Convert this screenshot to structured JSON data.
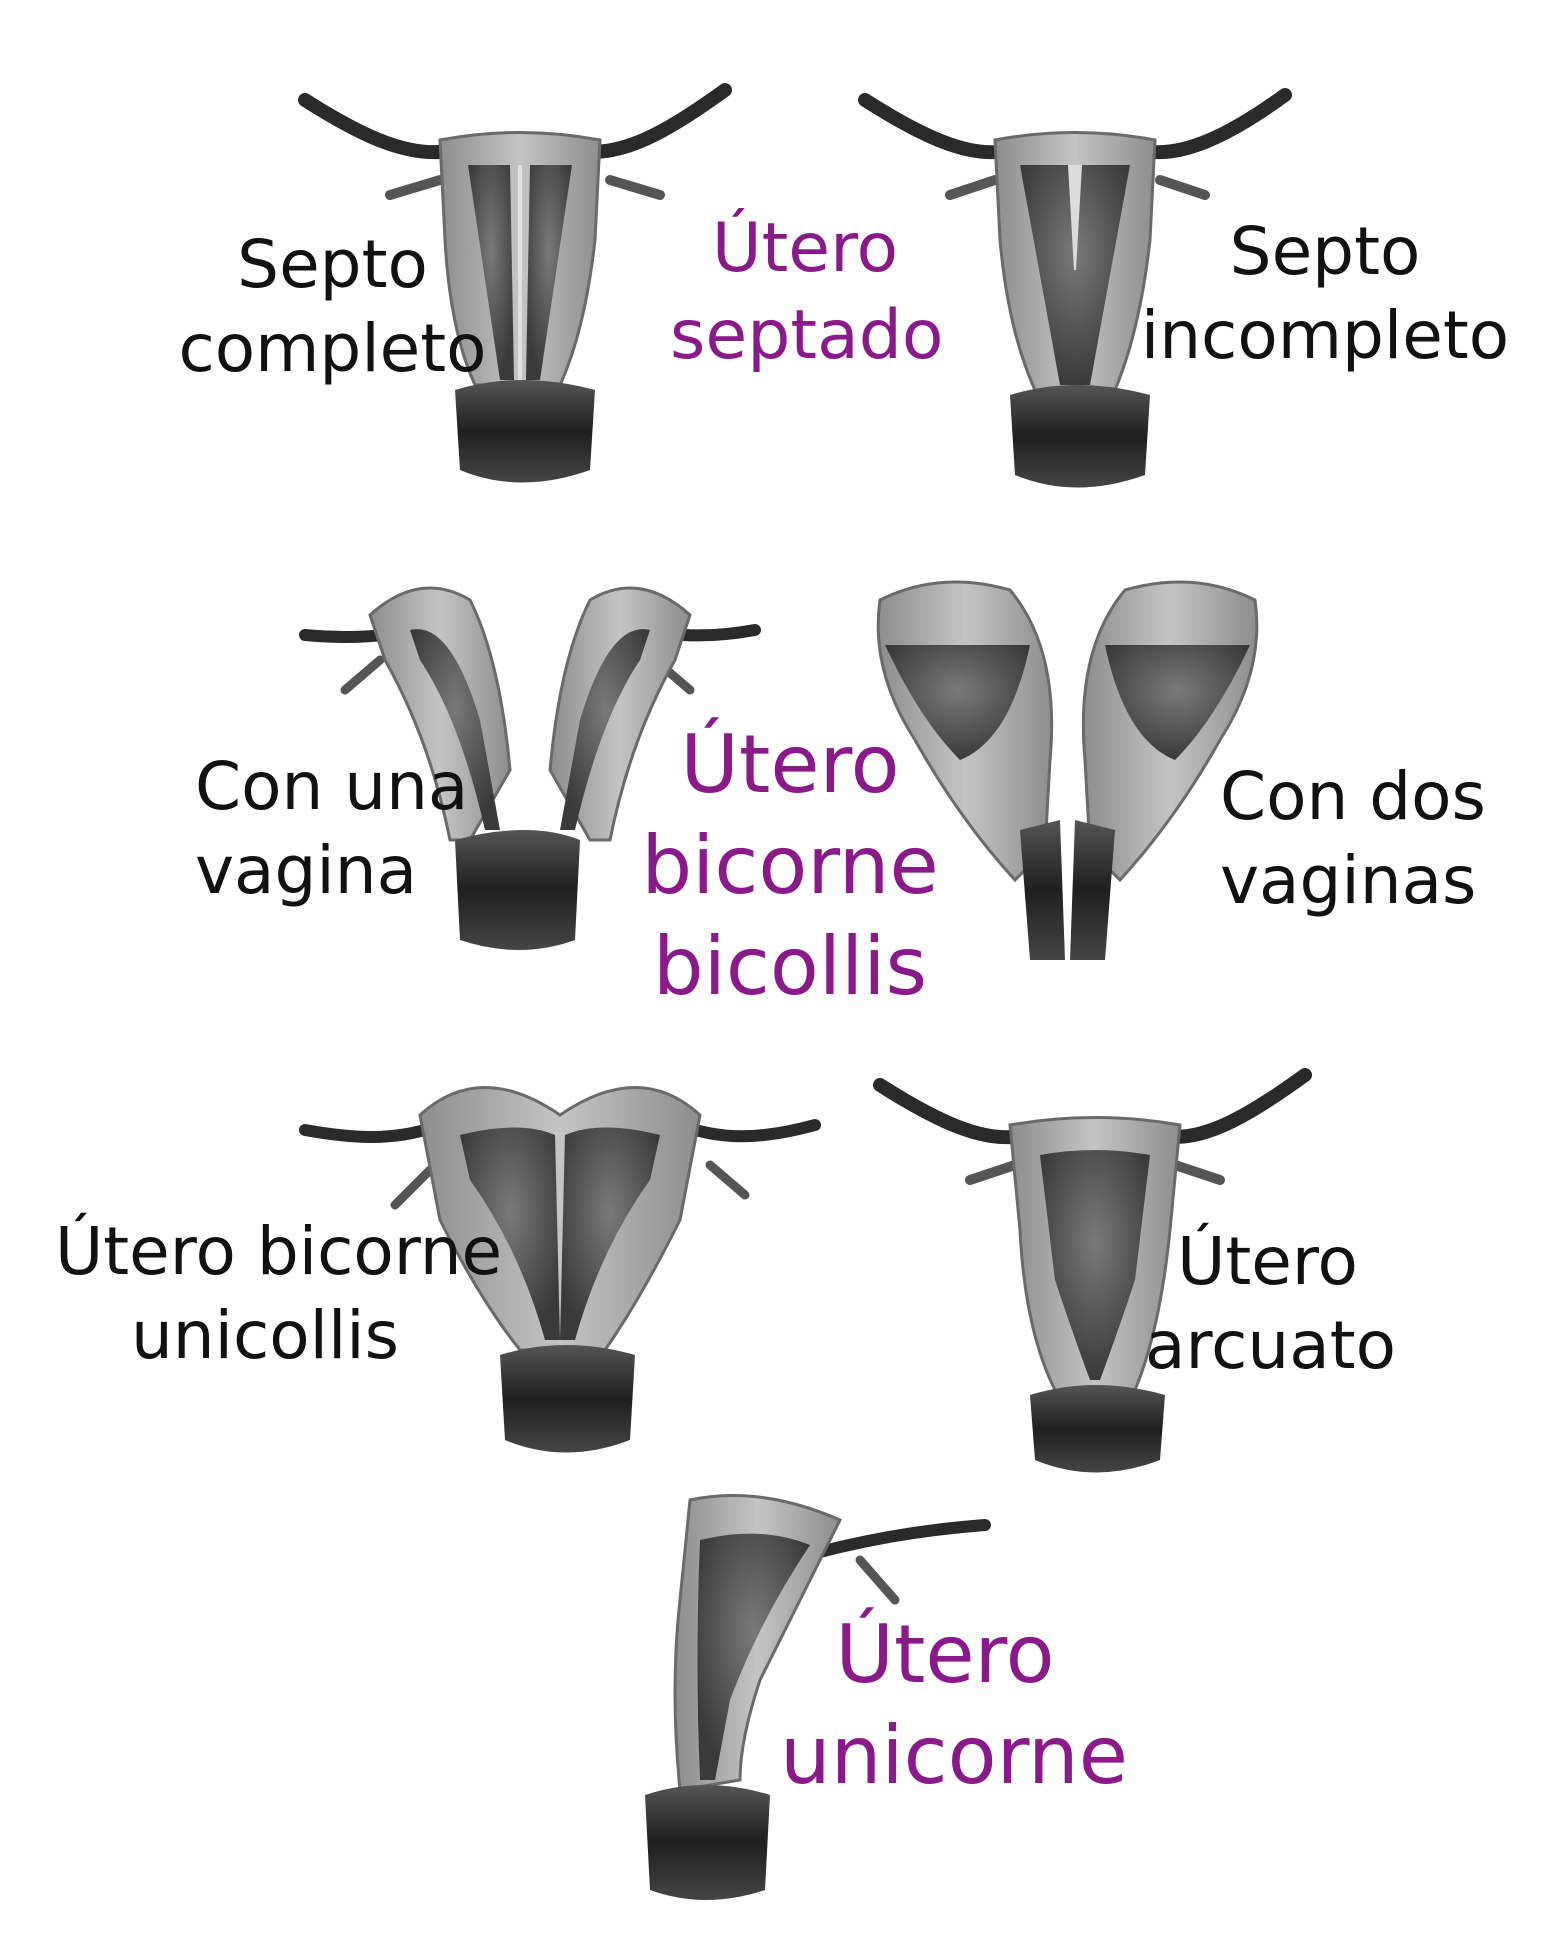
{
  "colors": {
    "label_text": "#111111",
    "highlight_text": "#8a1a8a",
    "organ_tissue": "#a3a3a3",
    "organ_dark": "#2e2e2e"
  },
  "diagrams": [
    {
      "name": "utero-septado-completo",
      "lines": [
        "Septo",
        "completo"
      ]
    },
    {
      "name": "utero-septado-incompleto",
      "lines": [
        "Septo",
        "incompleto"
      ]
    },
    {
      "name": "bicorne-bicollis-una-vagina",
      "lines": [
        "Con una",
        "vagina"
      ]
    },
    {
      "name": "bicorne-bicollis-dos-vaginas",
      "lines": [
        "Con dos",
        "vaginas"
      ]
    },
    {
      "name": "bicorne-unicollis",
      "lines": [
        "Útero bicorne",
        "unicollis"
      ]
    },
    {
      "name": "arcuato",
      "lines": [
        "Útero",
        "arcuato"
      ]
    }
  ],
  "group_titles": {
    "septado": [
      "Útero",
      "septado"
    ],
    "bicorne_bicollis": [
      "Útero",
      "bicorne",
      "bicollis"
    ],
    "unicorne": [
      "Útero",
      "unicorne"
    ]
  }
}
